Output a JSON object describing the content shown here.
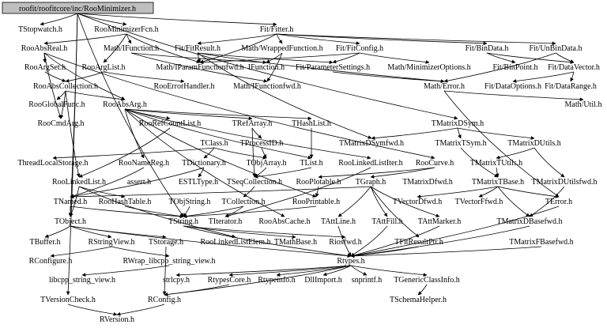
{
  "diagram": {
    "root": "roofit/roofitcore/inc/RooMinimizer.h",
    "nodes": {
      "TStopwatch": "TStopwatch.h",
      "RooMinimizerFcn": "RooMinimizerFcn.h",
      "FitFitter": "Fit/Fitter.h",
      "RooAbsReal": "RooAbsReal.h",
      "MathIFunction": "Math/IFunction.h",
      "FitFitResult": "Fit/FitResult.h",
      "MathWrappedFunction": "Math/WrappedFunction.h",
      "FitFitConfig": "Fit/FitConfig.h",
      "FitBinData": "Fit/BinData.h",
      "FitUnBinData": "Fit/UnBinData.h",
      "RooArgSet": "RooArgSet.h",
      "RooArgList": "RooArgList.h",
      "MathIParamFunctionfwd": "Math/IParamFunctionfwd.h",
      "IFunction": "IFunction.h",
      "FitParameterSettings": "Fit/ParameterSettings.h",
      "MathMinimizerOptions": "Math/MinimizerOptions.h",
      "FitBinPoint": "Fit/BinPoint.h",
      "FitDataVector": "Fit/DataVector.h",
      "RooAbsCollection": "RooAbsCollection.h",
      "RooErrorHandler": "RooErrorHandler.h",
      "MathIFunctionfwd": "Math/IFunctionfwd.h",
      "MathError": "Math/Error.h",
      "FitDataOptions": "Fit/DataOptions.h",
      "FitDataRange": "Fit/DataRange.h",
      "RooGlobalFunc": "RooGlobalFunc.h",
      "RooAbsArg": "RooAbsArg.h",
      "MathUtil": "Math/Util.h",
      "RooCmdArg": "RooCmdArg.h",
      "RooRefCountList": "RooRefCountList.h",
      "TRefArray": "TRefArray.h",
      "THashList": "THashList.h",
      "TMatrixDSym": "TMatrixDSym.h",
      "TClass": "TClass.h",
      "TProcessID": "TProcessID.h",
      "TMatrixDSymfwd": "TMatrixDSymfwd.h",
      "TMatrixTSym": "TMatrixTSym.h",
      "TMatrixDUtils": "TMatrixDUtils.h",
      "ThreadLocalStorage": "ThreadLocalStorage.h",
      "RooNameReg": "RooNameReg.h",
      "TDictionary": "TDictionary.h",
      "TObjArray": "TObjArray.h",
      "TList": "TList.h",
      "RooLinkedListIter": "RooLinkedListIter.h",
      "RooCurve": "RooCurve.h",
      "TMatrixTUtils": "TMatrixTUtils.h",
      "RooLinkedList": "RooLinkedList.h",
      "assert": "assert.h",
      "ESTLType": "ESTLType.h",
      "TSeqCollection": "TSeqCollection.h",
      "RooPlotable": "RooPlotable.h",
      "TGraph": "TGraph.h",
      "TMatrixDfwd": "TMatrixDfwd.h",
      "TMatrixTBase": "TMatrixTBase.h",
      "TMatrixDUtilsfwd": "TMatrixDUtilsfwd.h",
      "TNamed": "TNamed.h",
      "RooHashTable": "RooHashTable.h",
      "TObjString": "TObjString.h",
      "TCollection": "TCollection.h",
      "RooPrintable": "RooPrintable.h",
      "TVectorDfwd": "TVectorDfwd.h",
      "TVectorFfwd": "TVectorFfwd.h",
      "TError": "TError.h",
      "TObject": "TObject.h",
      "TString": "TString.h",
      "TIterator": "TIterator.h",
      "RooAbsCache": "RooAbsCache.h",
      "TAttLine": "TAttLine.h",
      "TAttFill": "TAttFill.h",
      "TAttMarker": "TAttMarker.h",
      "TMatrixDBasefwd": "TMatrixDBasefwd.h",
      "TBuffer": "TBuffer.h",
      "RStringView": "RStringView.h",
      "TStorage": "TStorage.h",
      "RooLinkedListElem": "RooLinkedListElem.h",
      "TMathBase": "TMathBase.h",
      "Riosfwd": "Riosfwd.h",
      "TFitResultPtr": "TFitResultPtr.h",
      "TMatrixFBasefwd": "TMatrixFBasefwd.h",
      "RConfigure": "RConfigure.h",
      "RWrap": "RWrap_libcpp_string_view.h",
      "Rtypes": "Rtypes.h",
      "libcpp": "libcpp_string_view.h",
      "strlcpy": "strlcpy.h",
      "RtypesCore": "RtypesCore.h",
      "Rtypeinfo": "Rtypeinfo.h",
      "DllImport": "DllImport.h",
      "snprintf": "snprintf.h",
      "TGenericClassInfo": "TGenericClassInfo.h",
      "TVersionCheck": "TVersionCheck.h",
      "RConfig": "RConfig.h",
      "TSchemaHelper": "TSchemaHelper.h",
      "RVersion": "RVersion.h"
    }
  }
}
